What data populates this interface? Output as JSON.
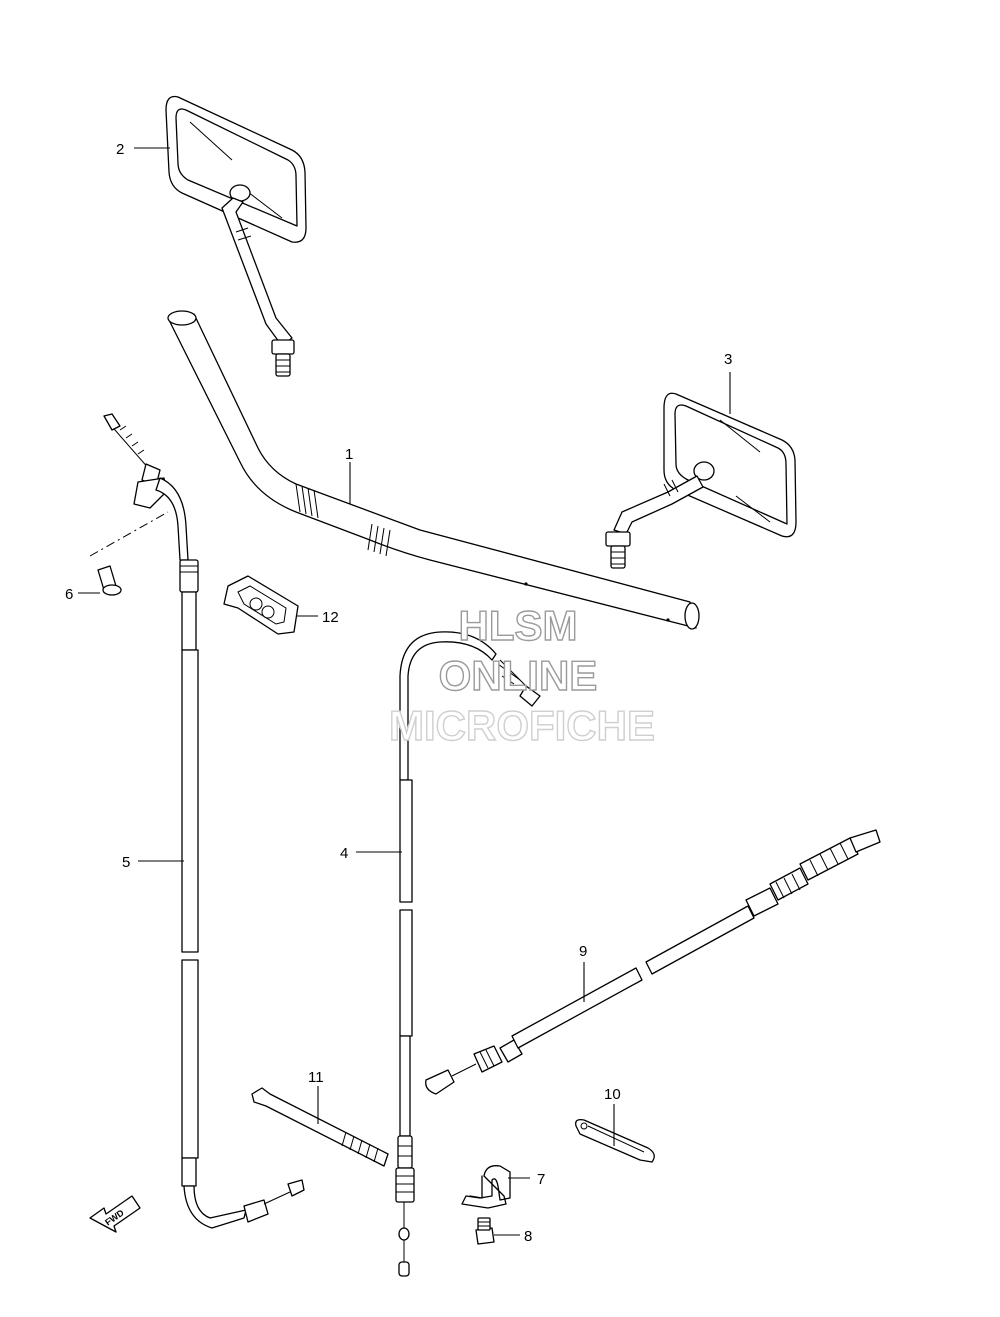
{
  "callouts": {
    "c1": "1",
    "c2": "2",
    "c3": "3",
    "c4": "4",
    "c5": "5",
    "c6": "6",
    "c7": "7",
    "c8": "8",
    "c9": "9",
    "c10": "10",
    "c11": "11",
    "c12": "12"
  },
  "watermark": {
    "line1": "HLSM",
    "line2": "ONLINE",
    "line3": "MICROFICHE"
  },
  "fwd_label": "FWD",
  "colors": {
    "ink": "#000000",
    "paper": "#ffffff",
    "watermark": "#9a9a9a"
  }
}
